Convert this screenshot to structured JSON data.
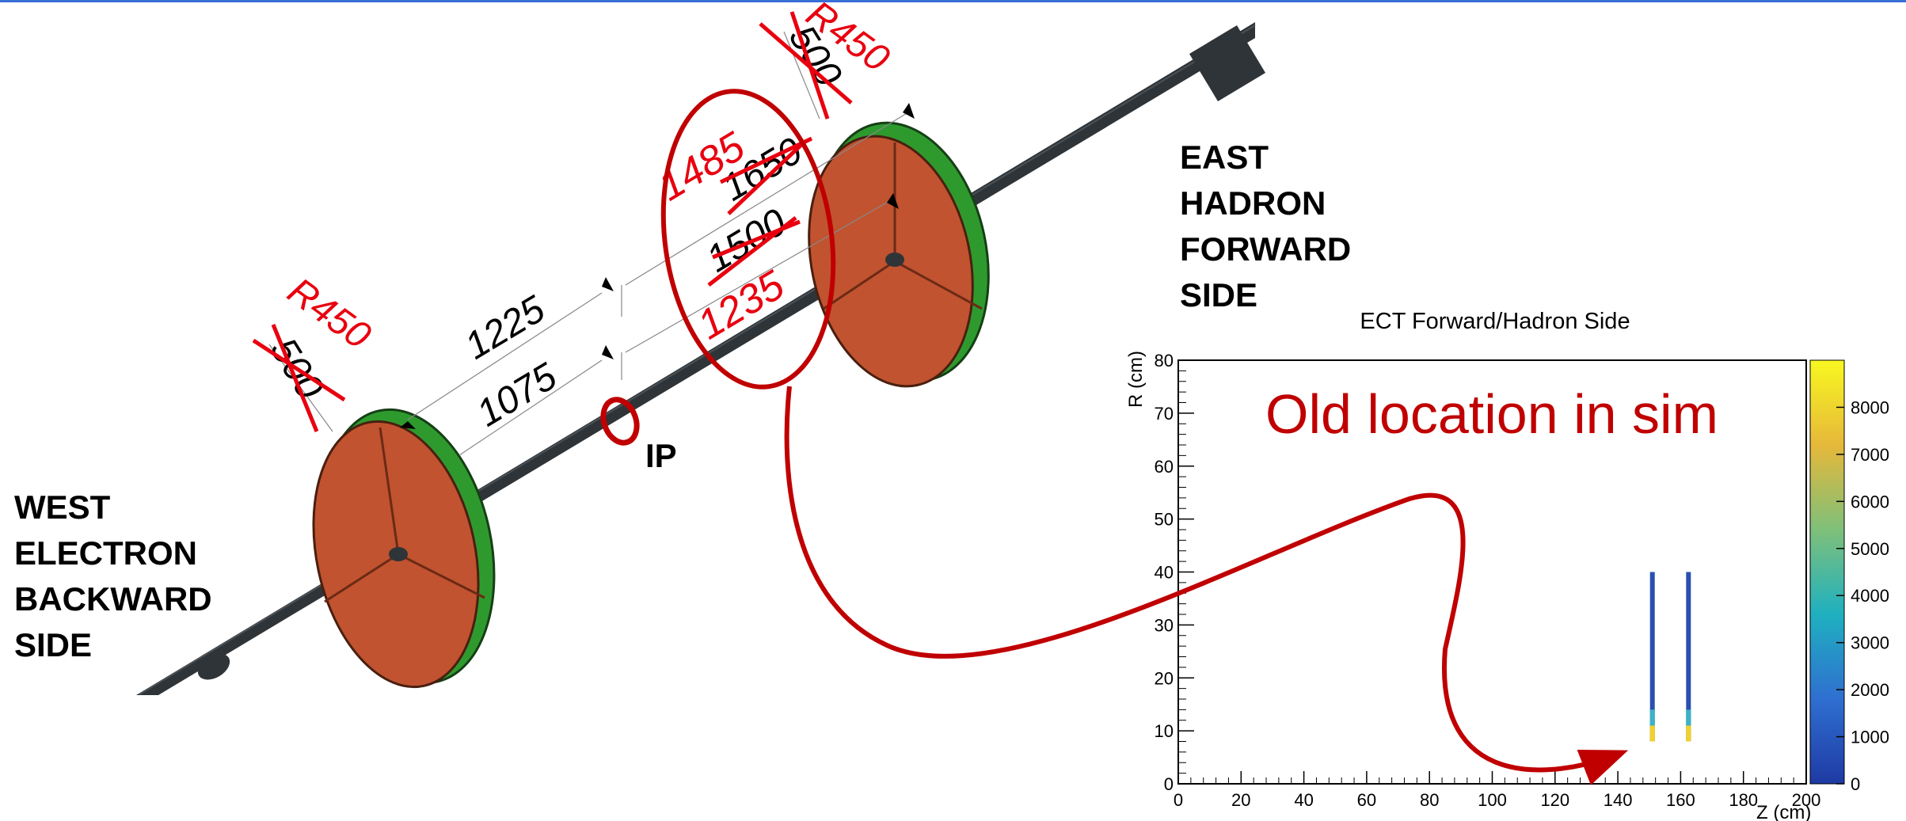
{
  "labels": {
    "west": [
      "WEST",
      "ELECTRON",
      "BACKWARD",
      "SIDE"
    ],
    "east": [
      "EAST",
      "HADRON",
      "FORWARD",
      "SIDE"
    ],
    "ip": "IP",
    "old_location": "Old location in sim"
  },
  "dimensions": {
    "west_top": "1225",
    "west_bottom": "1075",
    "west_radius_old": "500",
    "west_radius_new": "R450",
    "east_top_old": "1650",
    "east_top_new": "1485",
    "east_bottom_old": "1500",
    "east_bottom_new": "1235",
    "east_radius_old": "500",
    "east_radius_new": "R450"
  },
  "colors": {
    "annotation": "#e8000f",
    "arrow": "#c00000",
    "disk": "#c15330",
    "modules": "#2e9a2e",
    "beampipe": "#353a3e"
  },
  "chart_data": {
    "type": "heatmap",
    "title": "ECT Forward/Hadron Side",
    "xlabel": "Z (cm)",
    "ylabel": "R (cm)",
    "xlim": [
      0,
      200
    ],
    "ylim": [
      0,
      80
    ],
    "x_ticks": [
      "0",
      "20",
      "40",
      "60",
      "80",
      "100",
      "120",
      "140",
      "160",
      "180",
      "200"
    ],
    "y_ticks": [
      "0",
      "10",
      "20",
      "30",
      "40",
      "50",
      "60",
      "70",
      "80"
    ],
    "colorbar_ticks": [
      "0",
      "1000",
      "2000",
      "3000",
      "4000",
      "5000",
      "6000",
      "7000",
      "8000"
    ],
    "colorbar_range": [
      0,
      9000
    ],
    "grid": false,
    "bands": [
      {
        "z": 151,
        "r_min": 8,
        "r_max": 40,
        "color": "#2a4fb0"
      },
      {
        "z": 162.5,
        "r_min": 8,
        "r_max": 40,
        "color": "#2a4fb0"
      }
    ]
  }
}
